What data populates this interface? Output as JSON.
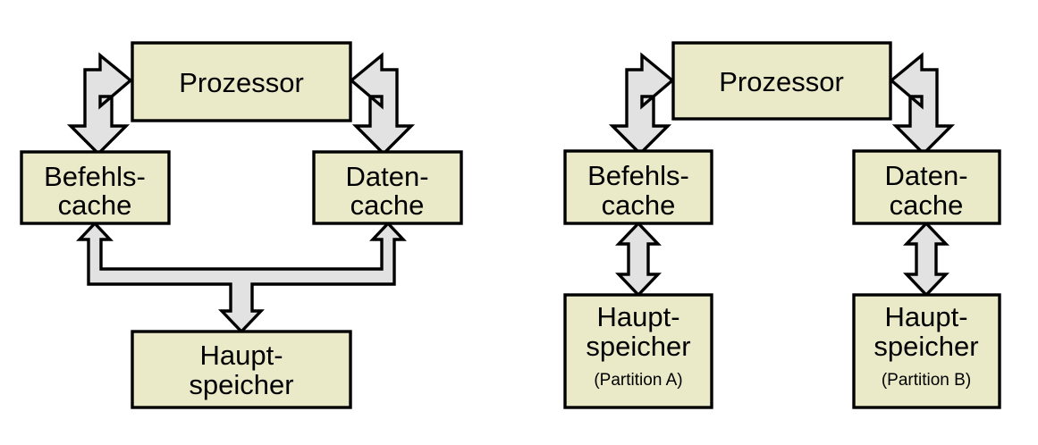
{
  "figure": {
    "title": "",
    "background_color": "#ffffff",
    "box_fill": "#eaeac9",
    "box_stroke": "#000000",
    "arrow_fill": "#e2e2e2",
    "arrow_stroke": "#000000"
  },
  "left_diagram": {
    "name": "harvard-architecture-shared-memory",
    "nodes": {
      "processor": {
        "label": "Prozessor"
      },
      "instruction_cache": {
        "line1": "Befehls-",
        "line2": "cache"
      },
      "data_cache": {
        "line1": "Daten-",
        "line2": "cache"
      },
      "main_memory": {
        "line1": "Haupt-",
        "line2": "speicher"
      }
    },
    "connections": [
      {
        "name": "processor-to-instruction-cache",
        "from": "processor",
        "to": "instruction_cache",
        "bidirectional": true
      },
      {
        "name": "processor-to-data-cache",
        "from": "processor",
        "to": "data_cache",
        "bidirectional": true
      },
      {
        "name": "caches-to-main-memory",
        "from": "main_memory",
        "to": "instruction_cache, data_cache",
        "bidirectional": true
      }
    ]
  },
  "right_diagram": {
    "name": "harvard-architecture-partitioned-memory",
    "nodes": {
      "processor": {
        "label": "Prozessor"
      },
      "instruction_cache": {
        "line1": "Befehls-",
        "line2": "cache"
      },
      "data_cache": {
        "line1": "Daten-",
        "line2": "cache"
      },
      "main_memory_a": {
        "line1": "Haupt-",
        "line2": "speicher",
        "line3": "(Partition A)"
      },
      "main_memory_b": {
        "line1": "Haupt-",
        "line2": "speicher",
        "line3": "(Partition B)"
      }
    },
    "connections": [
      {
        "name": "processor-to-instruction-cache",
        "from": "processor",
        "to": "instruction_cache",
        "bidirectional": true
      },
      {
        "name": "processor-to-data-cache",
        "from": "processor",
        "to": "data_cache",
        "bidirectional": true
      },
      {
        "name": "instruction-cache-to-memory-a",
        "from": "instruction_cache",
        "to": "main_memory_a",
        "bidirectional": true
      },
      {
        "name": "data-cache-to-memory-b",
        "from": "data_cache",
        "to": "main_memory_b",
        "bidirectional": true
      }
    ]
  }
}
